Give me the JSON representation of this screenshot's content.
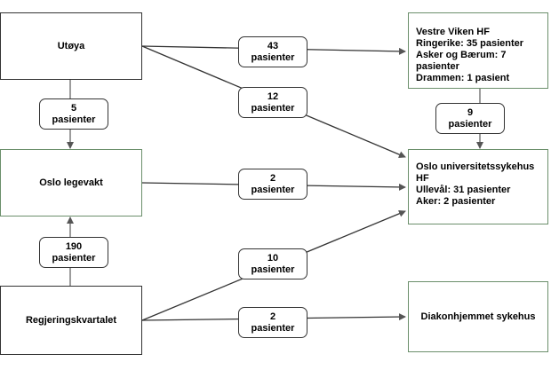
{
  "nodes": {
    "utoya": "Utøya",
    "oslo_legevakt": "Oslo legevakt",
    "regjeringskvartalet": "Regjeringskvartalet",
    "vestre_viken": {
      "title": "Vestre Viken HF",
      "lines": [
        "Ringerike: 35 pasienter",
        "Asker og Bærum: 7",
        "pasienter",
        "Drammen: 1 pasient"
      ]
    },
    "ous": {
      "title": "Oslo universitetssykehus",
      "lines": [
        "HF",
        "Ullevål: 31 pasienter",
        "Aker: 2 pasienter"
      ]
    },
    "diakonhjemmet": "Diakonhjemmet sykehus"
  },
  "edges": {
    "utoya_vestre_viken": {
      "count": "43",
      "unit": "pasienter"
    },
    "utoya_ous": {
      "count": "12",
      "unit": "pasienter"
    },
    "utoya_legevakt": {
      "count": "5",
      "unit": "pasienter"
    },
    "vestre_viken_ous": {
      "count": "9",
      "unit": "pasienter"
    },
    "legevakt_ous": {
      "count": "2",
      "unit": "pasienter"
    },
    "regjering_legevakt": {
      "count": "190",
      "unit": "pasienter"
    },
    "regjering_ous": {
      "count": "10",
      "unit": "pasienter"
    },
    "regjering_diakonhjemmet": {
      "count": "2",
      "unit": "pasienter"
    }
  },
  "colors": {
    "line": "#333333",
    "source_border": "#333333",
    "hospital_border": "#6b8f6b"
  }
}
